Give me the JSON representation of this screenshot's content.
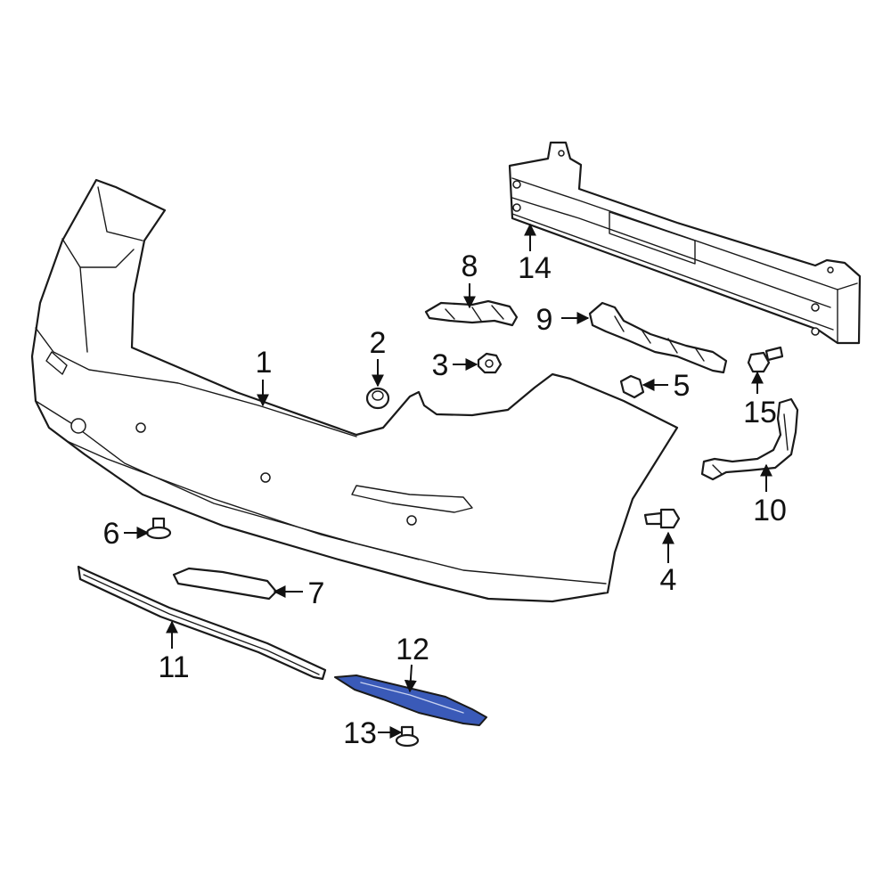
{
  "highlight_color": "#3a5ab8",
  "callouts": [
    {
      "id": "1",
      "label": "1",
      "part": "bumper-cover"
    },
    {
      "id": "2",
      "label": "2",
      "part": "bolt"
    },
    {
      "id": "3",
      "label": "3",
      "part": "nut"
    },
    {
      "id": "4",
      "label": "4",
      "part": "bolt"
    },
    {
      "id": "5",
      "label": "5",
      "part": "clip"
    },
    {
      "id": "6",
      "label": "6",
      "part": "push-clip"
    },
    {
      "id": "7",
      "label": "7",
      "part": "reflector"
    },
    {
      "id": "8",
      "label": "8",
      "part": "bracket"
    },
    {
      "id": "9",
      "label": "9",
      "part": "side-bracket"
    },
    {
      "id": "10",
      "label": "10",
      "part": "side-bracket"
    },
    {
      "id": "11",
      "label": "11",
      "part": "lower-molding"
    },
    {
      "id": "12",
      "label": "12",
      "part": "lower-trim-highlighted"
    },
    {
      "id": "13",
      "label": "13",
      "part": "push-clip"
    },
    {
      "id": "14",
      "label": "14",
      "part": "reinforcement-bar"
    },
    {
      "id": "15",
      "label": "15",
      "part": "bolt"
    }
  ]
}
